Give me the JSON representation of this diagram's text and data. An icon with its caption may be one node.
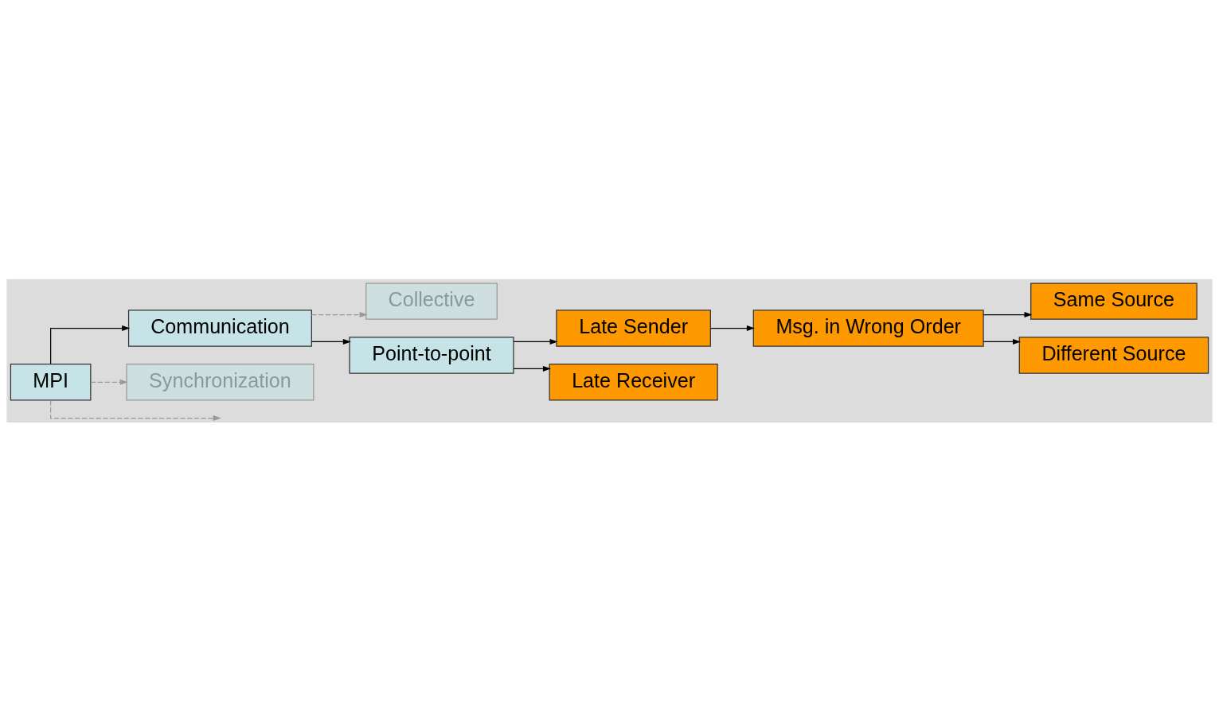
{
  "diagram": {
    "nodes": [
      {
        "text": [
          "MPI"
        ]
      },
      {
        "text": [
          "Communication"
        ]
      },
      {
        "text": [
          "Collective"
        ]
      },
      {
        "text": [
          "Point-to-point"
        ]
      },
      {
        "text": [
          "Late Sender"
        ]
      },
      {
        "text": [
          "Msg. in Wrong Order"
        ]
      },
      {
        "text": [
          "Same Source"
        ]
      },
      {
        "text": [
          "Different Source"
        ]
      },
      {
        "text": [
          "Late Receiver"
        ]
      },
      {
        "text": [
          "Synchronization"
        ]
      }
    ],
    "edges": [
      {
        "from": 0,
        "to": 1,
        "arrow": "to"
      },
      {
        "from": 1,
        "to": 2,
        "arrow": "to",
        "style": "dashed",
        "color": "#999999"
      },
      {
        "from": 1,
        "to": 3,
        "arrow": "to"
      },
      {
        "from": 3,
        "to": 4,
        "arrow": "to"
      },
      {
        "from": 4,
        "to": 5,
        "arrow": "to"
      },
      {
        "from": 5,
        "to": 6,
        "arrow": "to"
      },
      {
        "from": 5,
        "to": 7,
        "arrow": "to"
      },
      {
        "from": 3,
        "to": 8,
        "arrow": "to"
      },
      {
        "from": 0,
        "to": 9,
        "arrow": "to",
        "style": "dashed",
        "color": "#999999"
      },
      {
        "from": 0,
        "to": null,
        "arrow": "to",
        "style": "dashed",
        "color": "#999999"
      }
    ]
  }
}
